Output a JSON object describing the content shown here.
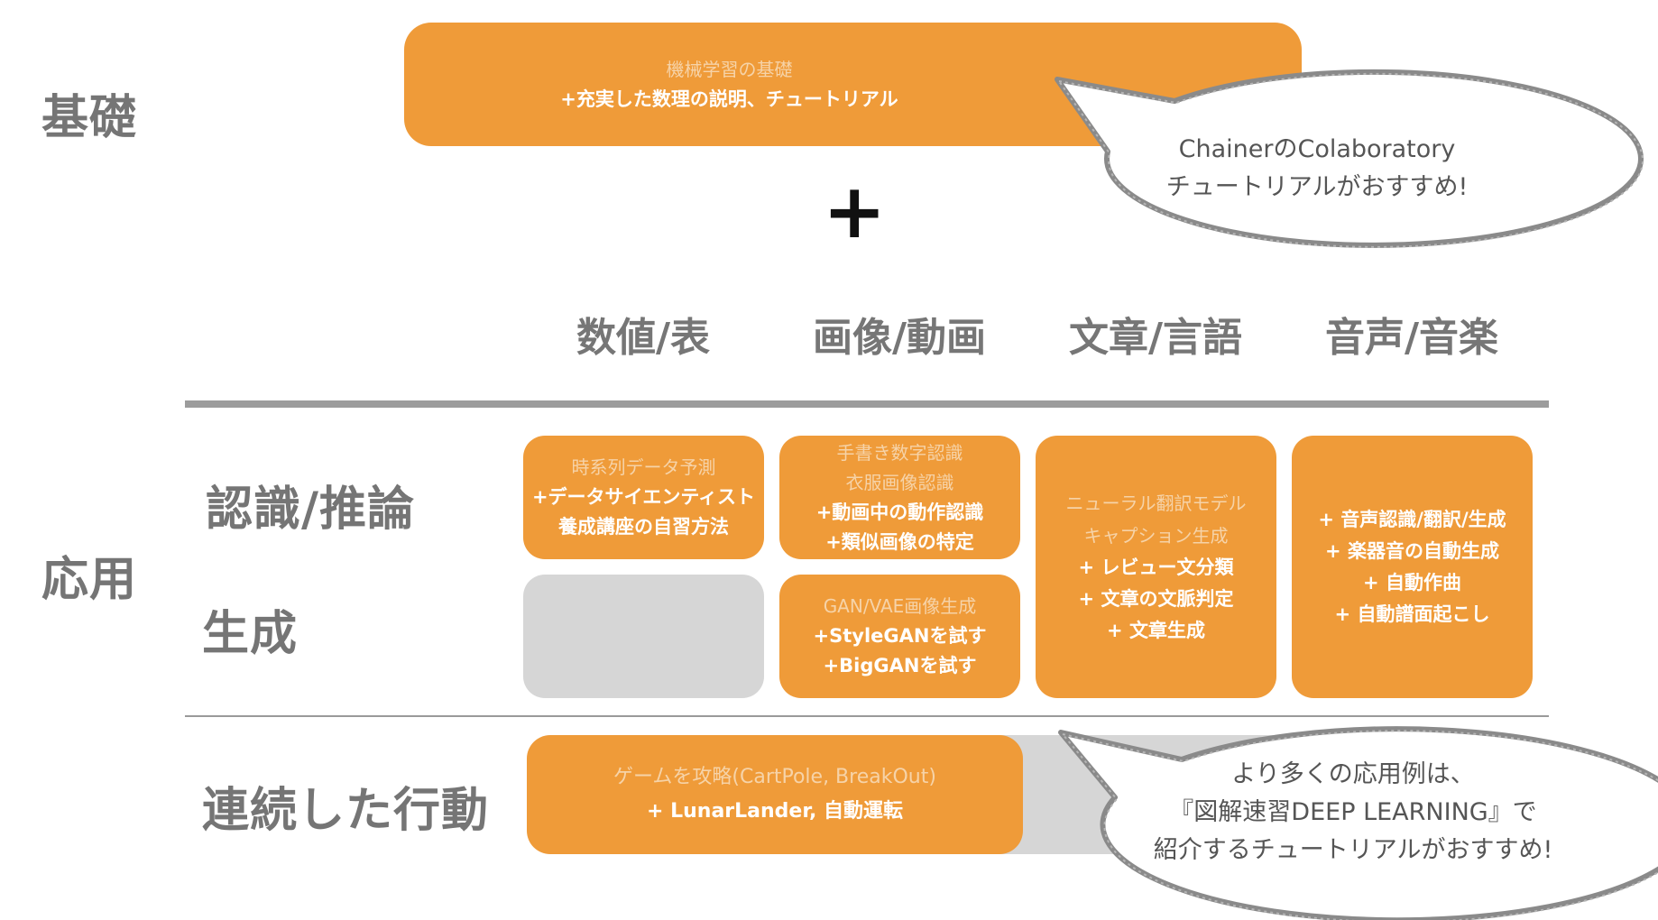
{
  "rows": {
    "kiso": "基礎",
    "oyo": "応用",
    "ninshiki": "認識/推論",
    "seisei": "生成",
    "renzoku": "連続した行動"
  },
  "columns": [
    "数値/表",
    "画像/動画",
    "文章/言語",
    "音声/音楽"
  ],
  "plus_sign": "+",
  "top_box": {
    "light": [
      "機械学習の基礎"
    ],
    "bold": [
      "+充実した数理の説明、チュートリアル"
    ]
  },
  "bubble_top": [
    "ChainerのColaboratory",
    "チュートリアルがおすすめ!"
  ],
  "cells": {
    "tabular_recognition": {
      "light": [
        "時系列データ予測"
      ],
      "bold": [
        "+データサイエンティスト",
        "養成講座の自習方法"
      ]
    },
    "image_recognition": {
      "light": [
        "手書き数字認識",
        "衣服画像認識"
      ],
      "bold": [
        "+動画中の動作認識",
        "+類似画像の特定"
      ]
    },
    "image_generation": {
      "light": [
        "GAN/VAE画像生成"
      ],
      "bold": [
        "+StyleGANを試す",
        "+BigGANを試す"
      ]
    },
    "text": {
      "light": [
        "ニューラル翻訳モデル",
        "キャプション生成"
      ],
      "bold": [
        "+ レビュー文分類",
        "+ 文章の文脈判定",
        "+ 文章生成"
      ]
    },
    "audio": {
      "light": [],
      "bold": [
        "+ 音声認識/翻訳/生成",
        "+ 楽器音の自動生成",
        "+ 自動作曲",
        "+ 自動譜面起こし"
      ]
    },
    "sequential": {
      "light": [
        "ゲームを攻略(CartPole, BreakOut)"
      ],
      "bold": [
        "+ LunarLander, 自動運転"
      ]
    }
  },
  "bubble_bottom": [
    "より多くの応用例は、",
    "『図解速習DEEP LEARNING』で",
    "紹介するチュートリアルがおすすめ!"
  ],
  "colors": {
    "orange": "#ef9b39",
    "gray_box": "#d6d6d6",
    "label": "#757575",
    "divider": "#9c9c9c"
  }
}
